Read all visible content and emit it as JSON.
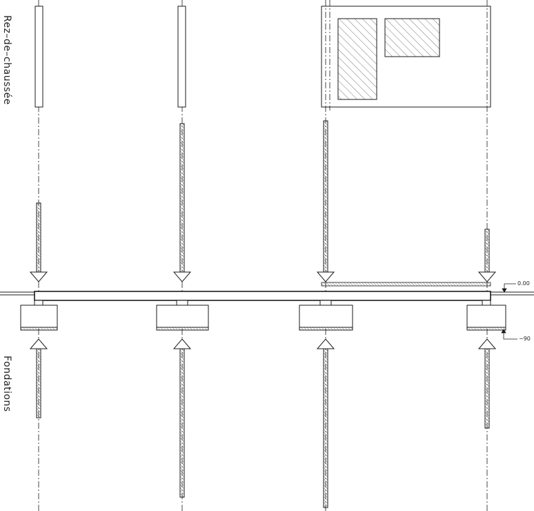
{
  "labels": {
    "ground_floor": "Rez–de–chaussée",
    "foundations": "Fondations"
  },
  "levels": {
    "top": "0.00",
    "bottom": "−90"
  },
  "colors": {
    "line": "#1a1a1a",
    "hatch": "#555555",
    "background": "#ffffff"
  }
}
